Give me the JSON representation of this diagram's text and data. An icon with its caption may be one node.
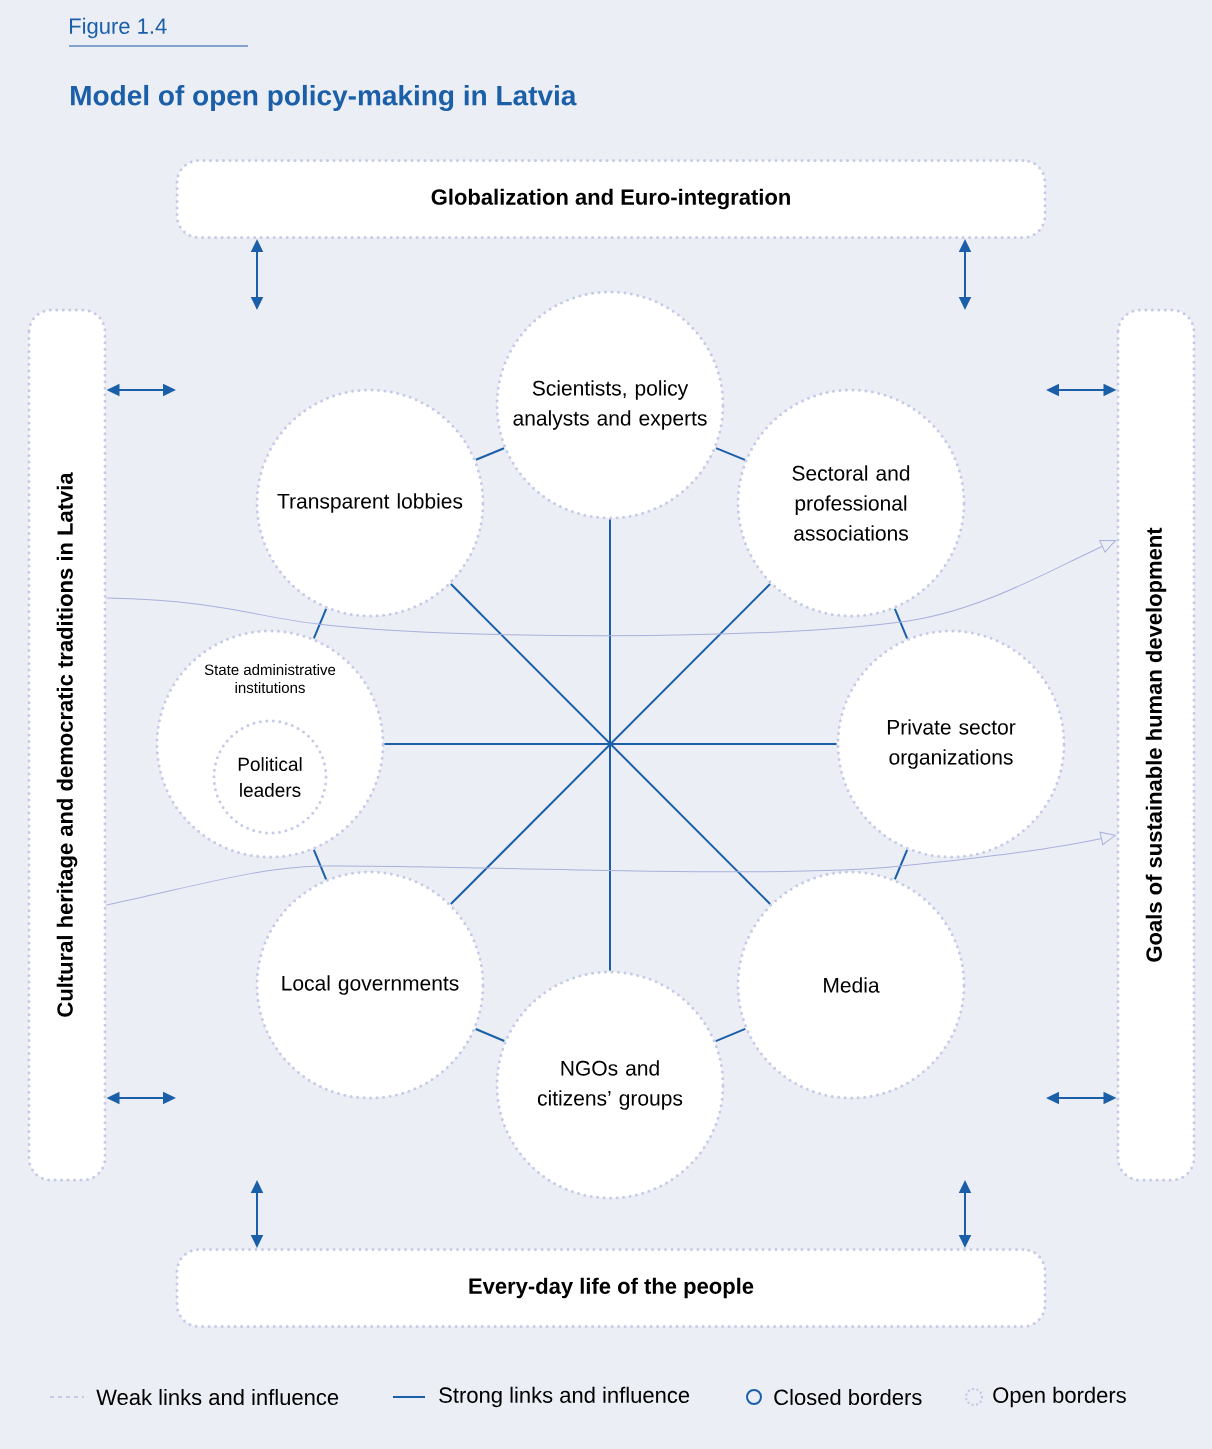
{
  "diagram": {
    "title": "Model of open policy-making in Latvia",
    "nodes": [
      {
        "text": [
          "Globalization and Euro-integration"
        ]
      },
      {
        "text": [
          "Cultural heritage and democratic traditions in Latvia"
        ]
      },
      {
        "text": [
          "Goals of sustainable human development"
        ]
      },
      {
        "text": [
          "Every-day life of the people"
        ]
      },
      {
        "text": [
          "Scientists, policy analysts and experts"
        ]
      },
      {
        "text": [
          "Sectoral and professional associations"
        ]
      },
      {
        "text": [
          "Private sector organizations"
        ]
      },
      {
        "text": [
          "Media"
        ]
      },
      {
        "text": [
          "NGOs and citizens’ groups"
        ]
      },
      {
        "text": [
          "Local governments"
        ]
      },
      {
        "text": [
          "State administrative institutions"
        ]
      },
      {
        "text": [
          "Political leaders"
        ],
        "in": 10
      },
      {
        "text": [
          "Transparent lobbies"
        ]
      }
    ],
    "edges": [
      {
        "from": 0,
        "to": null,
        "arrow": "both"
      },
      {
        "from": 0,
        "to": null,
        "arrow": "both"
      },
      {
        "from": 3,
        "to": null,
        "arrow": "both"
      },
      {
        "from": 3,
        "to": null,
        "arrow": "both"
      },
      {
        "from": 1,
        "to": null,
        "arrow": "both"
      },
      {
        "from": 1,
        "to": null,
        "arrow": "both"
      },
      {
        "from": 2,
        "to": null,
        "arrow": "both"
      },
      {
        "from": 2,
        "to": null,
        "arrow": "both"
      },
      {
        "from": 12,
        "to": 4,
        "arrow": "none"
      },
      {
        "from": 4,
        "to": 5,
        "arrow": "none"
      },
      {
        "from": 5,
        "to": 6,
        "arrow": "none"
      },
      {
        "from": 6,
        "to": 7,
        "arrow": "none"
      },
      {
        "from": 7,
        "to": 8,
        "arrow": "none"
      },
      {
        "from": 8,
        "to": 9,
        "arrow": "none"
      },
      {
        "from": 9,
        "to": 10,
        "arrow": "none"
      },
      {
        "from": 10,
        "to": 12,
        "arrow": "none"
      },
      {
        "from": 4,
        "to": 8,
        "arrow": "none"
      },
      {
        "from": 12,
        "to": 7,
        "arrow": "none"
      },
      {
        "from": 10,
        "to": 6,
        "arrow": "none"
      },
      {
        "from": 9,
        "to": 5,
        "arrow": "none"
      },
      {
        "from": 1,
        "to": 2,
        "arrow": "to",
        "color": "#a8b0dc"
      },
      {
        "from": 1,
        "to": 2,
        "arrow": "to",
        "color": "#a8b0dc"
      }
    ],
    "labels": [
      "Figure 1.4"
    ],
    "legend": [
      {
        "text": "Weak links and influence"
      },
      {
        "text": "Strong links and influence"
      },
      {
        "text": "Closed borders"
      },
      {
        "text": "Open borders"
      }
    ]
  }
}
